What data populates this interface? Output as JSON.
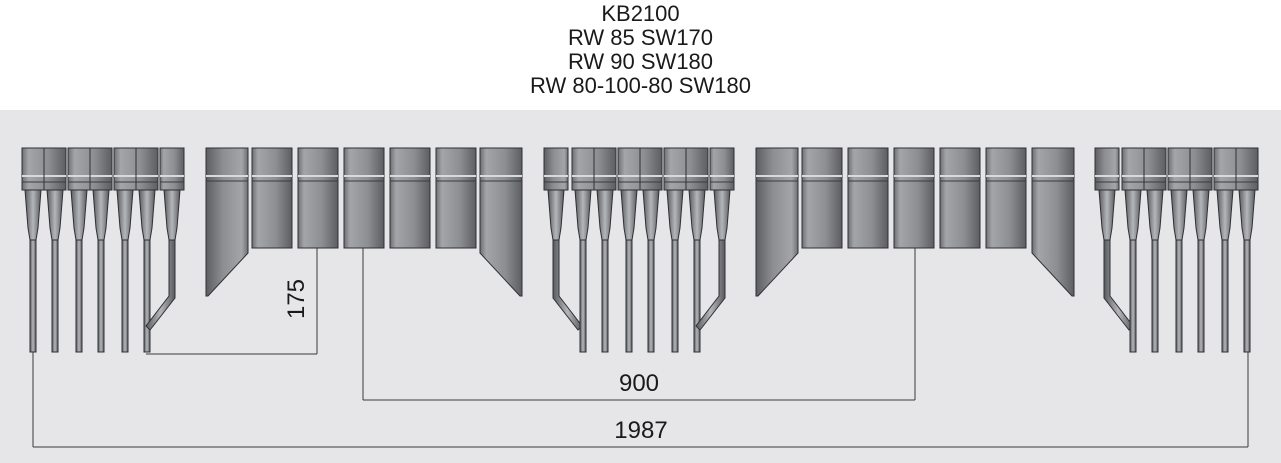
{
  "title": {
    "line1": "KB2100",
    "line2": "RW 85 SW170",
    "line3": "RW 90 SW180",
    "line4": "RW 80-100-80 SW180"
  },
  "dimensions": {
    "d175": "175",
    "d900": "900",
    "d1987": "1987"
  },
  "colors": {
    "background": "#e6e6e8",
    "part_fill": "#8a8b8f",
    "part_highlight": "#bfc0c3",
    "part_edge": "#2f3033"
  }
}
